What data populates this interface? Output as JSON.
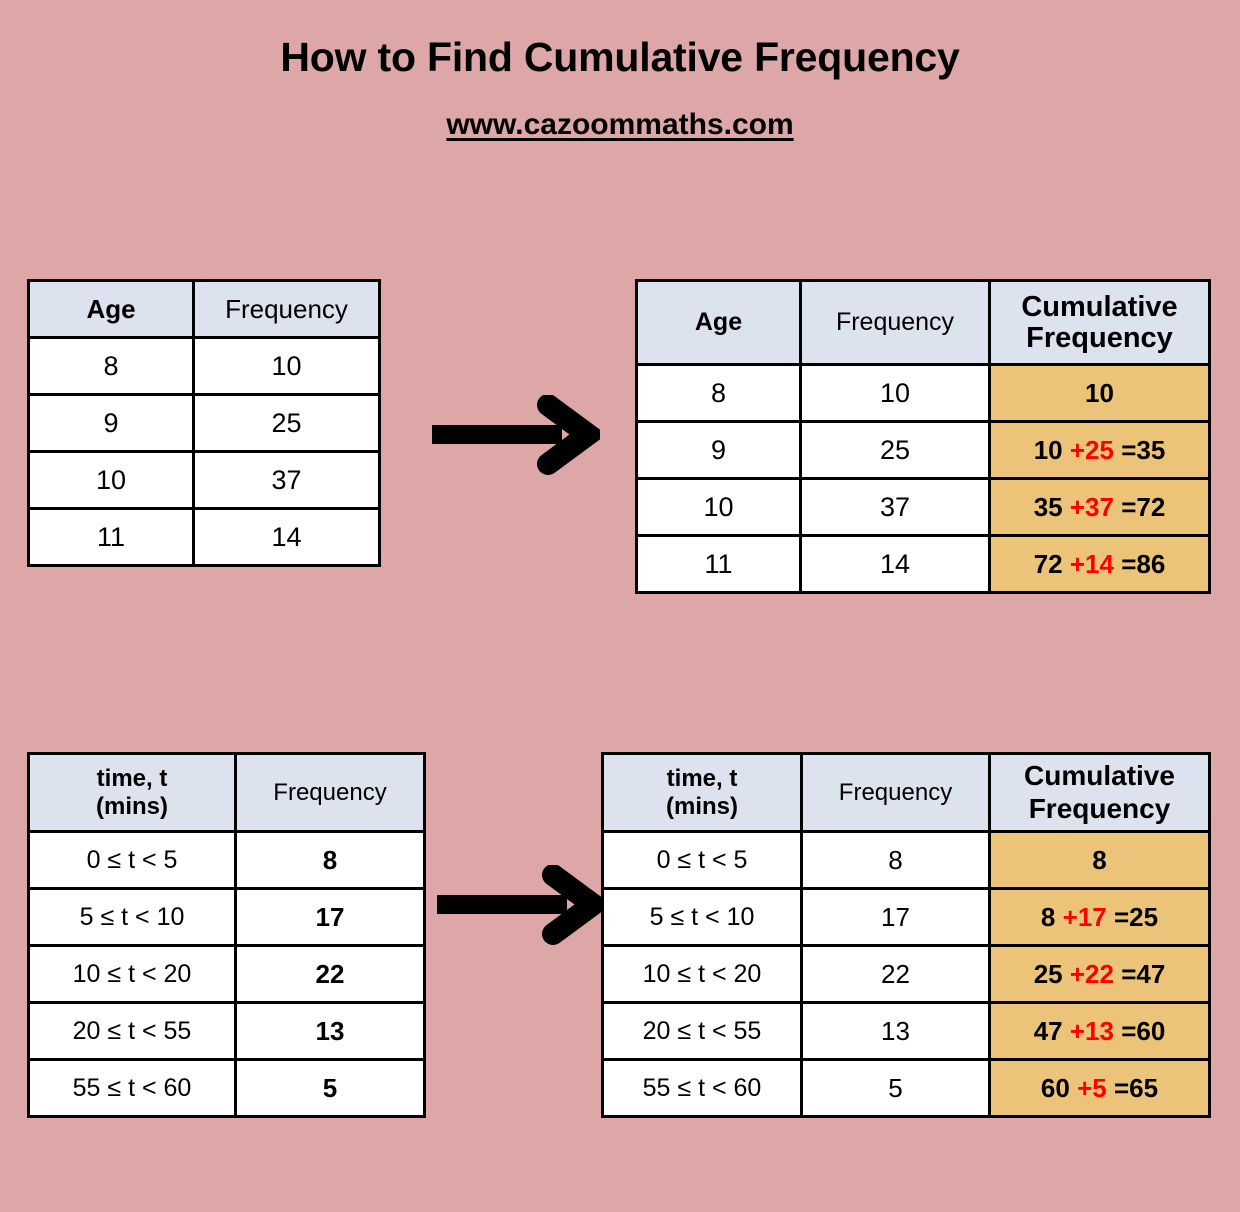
{
  "page": {
    "title": "How to Find Cumulative Frequency",
    "subtitle": "www.cazoommaths.com",
    "background_color": "#dda7a7",
    "header_fill": "#dce3ef",
    "cumulative_fill": "#ebc47a",
    "highlight_color": "#ff0000"
  },
  "chart_data": {
    "type": "table",
    "title": "How to Find Cumulative Frequency",
    "tables": [
      {
        "id": "age-simple",
        "columns": [
          "Age",
          "Frequency"
        ],
        "rows": [
          [
            "8",
            "10"
          ],
          [
            "9",
            "25"
          ],
          [
            "10",
            "37"
          ],
          [
            "11",
            "14"
          ]
        ]
      },
      {
        "id": "age-cumulative",
        "columns": [
          "Age",
          "Frequency",
          "Cumulative Frequency"
        ],
        "rows": [
          {
            "age": "8",
            "freq": "10",
            "cum_prev": "",
            "cum_plus": "",
            "cum_add": "",
            "cum_eq": "",
            "cum_total": "10"
          },
          {
            "age": "9",
            "freq": "25",
            "cum_prev": "10",
            "cum_plus": "+",
            "cum_add": "25",
            "cum_eq": "=",
            "cum_total": "35"
          },
          {
            "age": "10",
            "freq": "37",
            "cum_prev": "35",
            "cum_plus": "+",
            "cum_add": "37",
            "cum_eq": "=",
            "cum_total": "72"
          },
          {
            "age": "11",
            "freq": "14",
            "cum_prev": "72",
            "cum_plus": "+",
            "cum_add": "14",
            "cum_eq": "=",
            "cum_total": "86"
          }
        ],
        "cumulative_values": [
          10,
          35,
          72,
          86
        ]
      },
      {
        "id": "time-simple",
        "columns": [
          "time, t (mins)",
          "Frequency"
        ],
        "column_lines": [
          [
            "time, t",
            "(mins)"
          ],
          [
            "Frequency"
          ]
        ],
        "rows": [
          [
            "0 ≤ t < 5",
            "8"
          ],
          [
            "5 ≤ t < 10",
            "17"
          ],
          [
            "10 ≤ t < 20",
            "22"
          ],
          [
            "20 ≤ t < 55",
            "13"
          ],
          [
            "55 ≤ t < 60",
            "5"
          ]
        ]
      },
      {
        "id": "time-cumulative",
        "columns": [
          "time, t (mins)",
          "Frequency",
          "Cumulative Frequency"
        ],
        "rows": [
          {
            "interval": "0 ≤ t < 5",
            "freq": "8",
            "cum_prev": "",
            "cum_plus": "",
            "cum_add": "",
            "cum_eq": "",
            "cum_total": "8"
          },
          {
            "interval": "5 ≤ t < 10",
            "freq": "17",
            "cum_prev": "8",
            "cum_plus": "+",
            "cum_add": "17",
            "cum_eq": "=",
            "cum_total": "25"
          },
          {
            "interval": "10 ≤ t < 20",
            "freq": "22",
            "cum_prev": "25",
            "cum_plus": "+",
            "cum_add": "22",
            "cum_eq": "=",
            "cum_total": "47"
          },
          {
            "interval": "20 ≤ t < 55",
            "freq": "13",
            "cum_prev": "47",
            "cum_plus": "+",
            "cum_add": "13",
            "cum_eq": "=",
            "cum_total": "60"
          },
          {
            "interval": "55 ≤ t < 60",
            "freq": "5",
            "cum_prev": "60",
            "cum_plus": "+",
            "cum_add": "5",
            "cum_eq": "=",
            "cum_total": "65"
          }
        ],
        "cumulative_values": [
          8,
          25,
          47,
          60,
          65
        ]
      }
    ]
  },
  "headers": {
    "age": "Age",
    "frequency": "Frequency",
    "cumulative_frequency_line1": "Cumulative",
    "cumulative_frequency_line2": "Frequency",
    "time_line1": "time, t",
    "time_line2": "(mins)"
  },
  "arrows": [
    {
      "name": "arrow-top",
      "direction": "right"
    },
    {
      "name": "arrow-bottom",
      "direction": "right"
    }
  ]
}
